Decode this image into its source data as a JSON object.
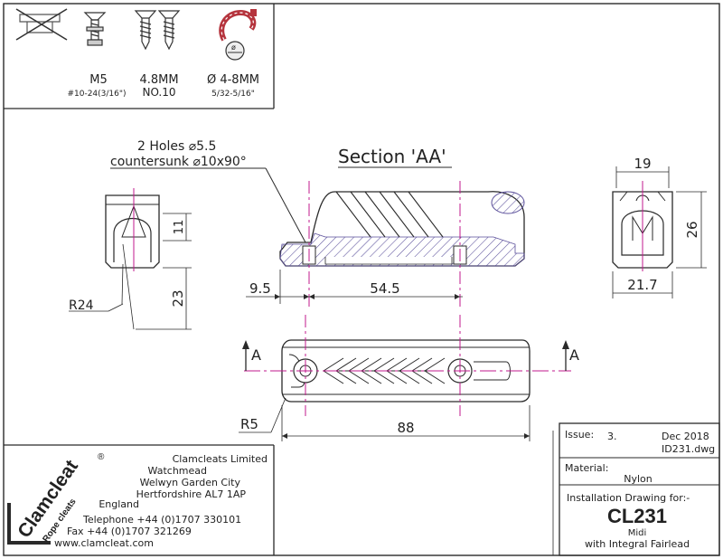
{
  "fixings": {
    "screw_metric": "M5",
    "screw_imperial": "#10-24(3/16\")",
    "woodscrew_metric": "4.8MM",
    "woodscrew_imperial": "NO.10",
    "rope_metric": "Ø 4-8MM",
    "rope_imperial": "5/32-5/16\""
  },
  "notes": {
    "holes_line1": "2 Holes ⌀5.5",
    "holes_line2": "countersunk ⌀10x90°",
    "section_title_prefix": "Section ",
    "section_title_id": "'AA'"
  },
  "dimensions": {
    "d11": "11",
    "d23": "23",
    "r24": "R24",
    "d9_5": "9.5",
    "d54_5": "54.5",
    "d19": "19",
    "d26": "26",
    "d21_7": "21.7",
    "r5": "R5",
    "d88": "88",
    "arrow_a": "A"
  },
  "company": {
    "brand": "Clamcleat",
    "registered": "®",
    "tagline": "Rope cleats",
    "name": "Clamcleats Limited",
    "addr1": "Watchmead",
    "addr2": "Welwyn Garden City",
    "addr3": "Hertfordshire AL7 1AP",
    "addr4": "England",
    "phone": "Telephone +44 (0)1707 330101",
    "fax": "Fax +44 (0)1707 321269",
    "web": "www.clamcleat.com"
  },
  "title_block": {
    "issue_label": "Issue:",
    "issue_value": "3.",
    "date": "Dec 2018",
    "file": "ID231.dwg",
    "material_label": "Material:",
    "material_value": "Nylon",
    "installation_label": "Installation Drawing for:-",
    "part_number": "CL231",
    "line1": "Midi",
    "line2": "with Integral Fairlead"
  },
  "colors": {
    "line": "#2a2a2a",
    "centre_line": "#c0188c",
    "hatch": "#5a4f9a",
    "rope": "#b5343d"
  }
}
